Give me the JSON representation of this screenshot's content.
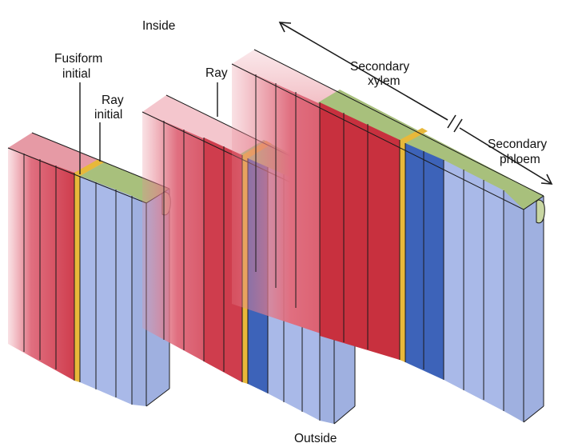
{
  "labels": {
    "inside": "Inside",
    "outside": "Outside",
    "fusiform_l1": "Fusiform",
    "fusiform_l2": "initial",
    "ray_initial_l1": "Ray",
    "ray_initial_l2": "initial",
    "ray": "Ray",
    "xylem_l1": "Secondary",
    "xylem_l2": "xylem",
    "phloem_l1": "Secondary",
    "phloem_l2": "phloem"
  },
  "colors": {
    "xylem_red": "#c8303e",
    "xylem_pale": "#e98a97",
    "phloem_blue": "#a9b9e8",
    "phloem_dark": "#3d63b9",
    "ray_yellow": "#e8b83a",
    "top_green": "#a8c07c",
    "outline": "#1a1a1a"
  }
}
